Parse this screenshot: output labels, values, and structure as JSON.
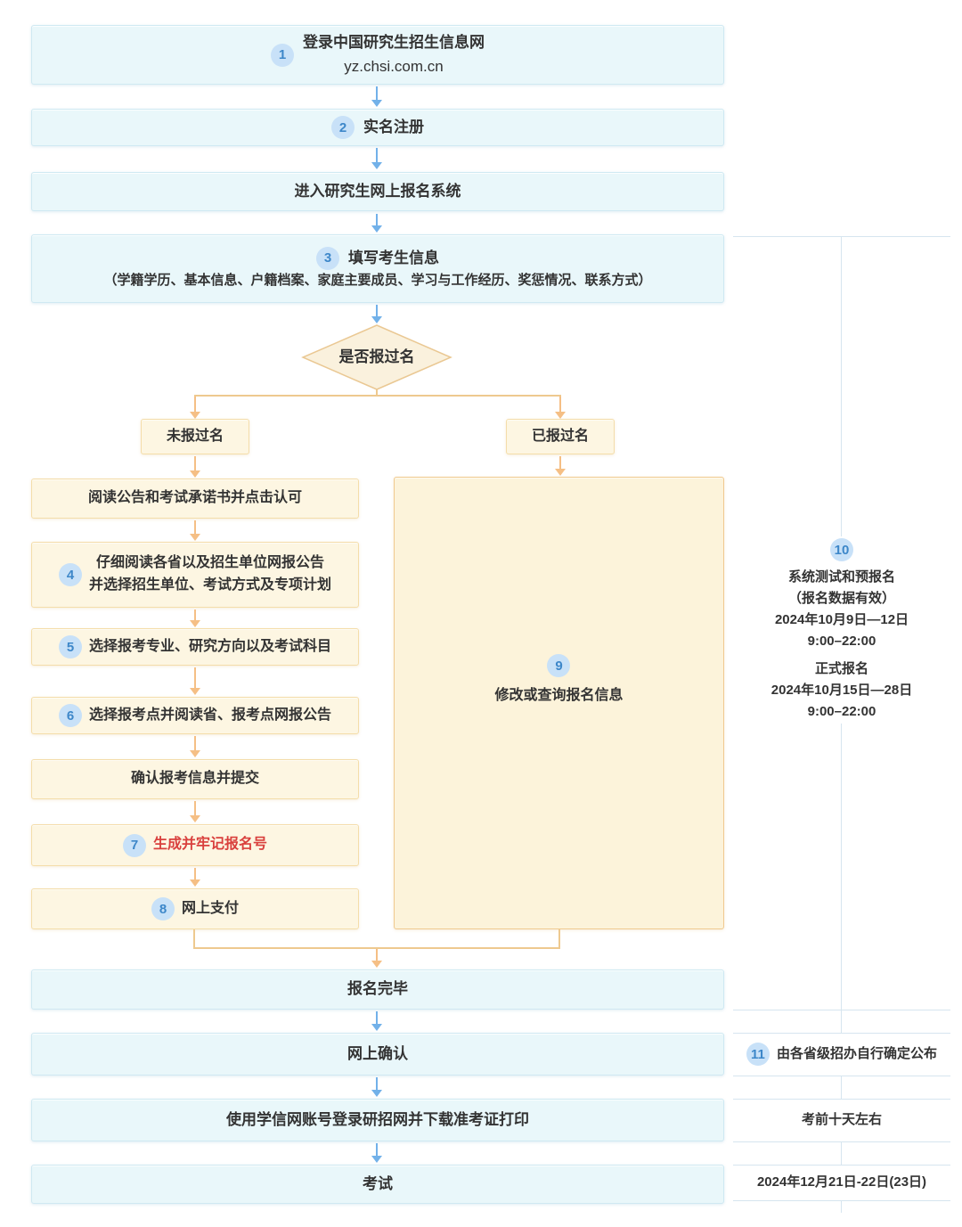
{
  "flow": {
    "step1": {
      "badge": "1",
      "line1": "登录中国研究生招生信息网",
      "line2": "yz.chsi.com.cn"
    },
    "step2": {
      "badge": "2",
      "label": "实名注册"
    },
    "step3": {
      "label": "进入研究生网上报名系统"
    },
    "step4": {
      "badge": "3",
      "line1": "填写考生信息",
      "line2": "（学籍学历、基本信息、户籍档案、家庭主要成员、学习与工作经历、奖惩情况、联系方式）"
    },
    "decision": {
      "label": "是否报过名"
    },
    "branch_no": {
      "label": "未报过名"
    },
    "branch_yes": {
      "label": "已报过名"
    },
    "left_steps": [
      {
        "label": "阅读公告和考试承诺书并点击认可"
      },
      {
        "badge": "4",
        "line1": "仔细阅读各省以及招生单位网报公告",
        "line2": "并选择招生单位、考试方式及专项计划"
      },
      {
        "badge": "5",
        "label": "选择报考专业、研究方向以及考试科目"
      },
      {
        "badge": "6",
        "label": "选择报考点并阅读省、报考点网报公告"
      },
      {
        "label": "确认报考信息并提交"
      },
      {
        "badge": "7",
        "label": "生成并牢记报名号"
      },
      {
        "badge": "8",
        "label": "网上支付"
      }
    ],
    "step9": {
      "badge": "9",
      "label": "修改或查询报名信息"
    },
    "bottom_steps": [
      {
        "label": "报名完毕"
      },
      {
        "label": "网上确认"
      },
      {
        "label": "使用学信网账号登录研招网并下载准考证打印"
      },
      {
        "label": "考试"
      }
    ]
  },
  "sidebar": {
    "item10": {
      "badge": "10",
      "title1": "系统测试和预报名",
      "note": "（报名数据有效）",
      "date1": "2024年10月9日—12日",
      "time1": "9:00–22:00",
      "title2": "正式报名",
      "date2": "2024年10月15日—28日",
      "time2": "9:00–22:00"
    },
    "item11": {
      "badge": "11",
      "label": "由各省级招办自行确定公布"
    },
    "item12": {
      "label": "考前十天左右"
    },
    "item13": {
      "label": "2024年12月21日-22日(23日)"
    }
  },
  "colors": {
    "blue-box-bg": "#e9f7fa",
    "blue-box-border": "#cfe9f2",
    "beige-box-bg": "#fdf6e2",
    "beige-box-border": "#f4ddaa",
    "tall-box-bg": "#fcf3da",
    "tall-box-border": "#f0ca90",
    "badge-bg": "#c8e1f8",
    "badge-fg": "#3d87c9",
    "blue-arrow": "#72b1e9",
    "orange-arrow": "#f5bf85",
    "orange-line": "#eec98f",
    "sidebar-line": "#d6e5ef",
    "red-text": "#d9403d",
    "diamond-fill": "#faf1dd",
    "diamond-stroke": "#eac893"
  }
}
